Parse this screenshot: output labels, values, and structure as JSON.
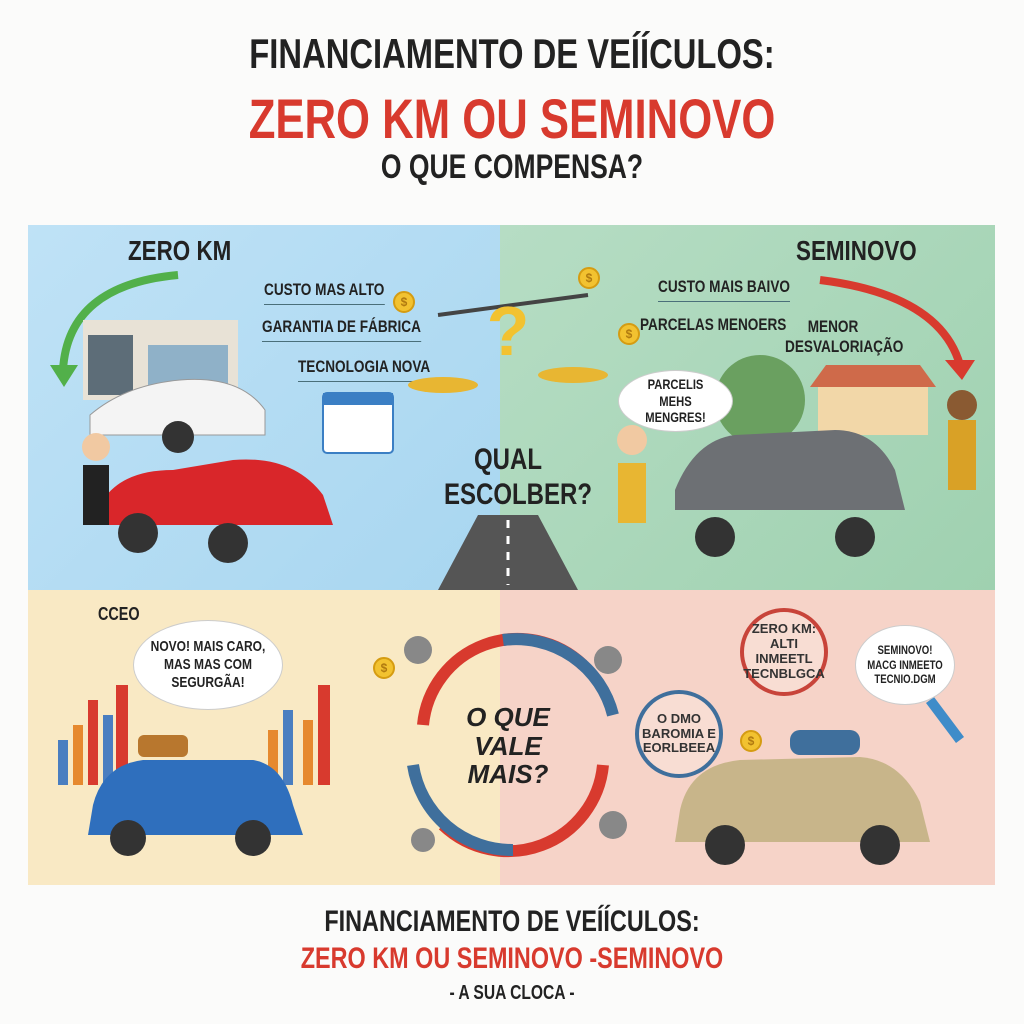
{
  "header": {
    "title": "FINANCIAMENTO DE VEÍÍCULOS:",
    "highlight": "ZERO KM OU SEMINOVO",
    "question": "O QUE COMPENSA?"
  },
  "zero_km": {
    "heading": "ZERO KM",
    "points": [
      "CUSTO MAS ALTO",
      "GARANTIA DE FÁBRICA",
      "TECNOLOGIA NOVA"
    ]
  },
  "seminovo": {
    "heading": "SEMINOVO",
    "points": [
      "CUSTO MAIS BAIVO",
      "PARCELAS MENOERS",
      "MENOR DESVALORIAÇÃO"
    ],
    "bubble": "PARCELIS MEHS MENGRES!"
  },
  "center": {
    "question": "QUAL ESCOLBER?",
    "cycle_text": "O QUE VALE MAIS?"
  },
  "bottom_left": {
    "heading": "CCEO",
    "bubble": "NOVO! MAIS CARO, MAS MAS COM SEGURGÃA!"
  },
  "bottom_right": {
    "stamp_red": "ZERO KM: ALTI INMEETL TECNBLGCA",
    "stamp_blue": "O DMO BAROMIA E EORLBEEA",
    "bubble": "SEMINOVO! MACG INMEETO TECNIO.DGM"
  },
  "footer": {
    "title": "FINANCIAMENTO DE VEÍÍCULOS:",
    "highlight": "ZERO KM OU SEMINOVO -SEMINOVO",
    "tagline": "- A SUA CLOCA -"
  },
  "colors": {
    "red": "#d83a2e",
    "blue_panel": "#b8def3",
    "green_panel": "#a9d6b8",
    "yellow_panel": "#f9e9c4",
    "pink_panel": "#f6d3c8"
  }
}
